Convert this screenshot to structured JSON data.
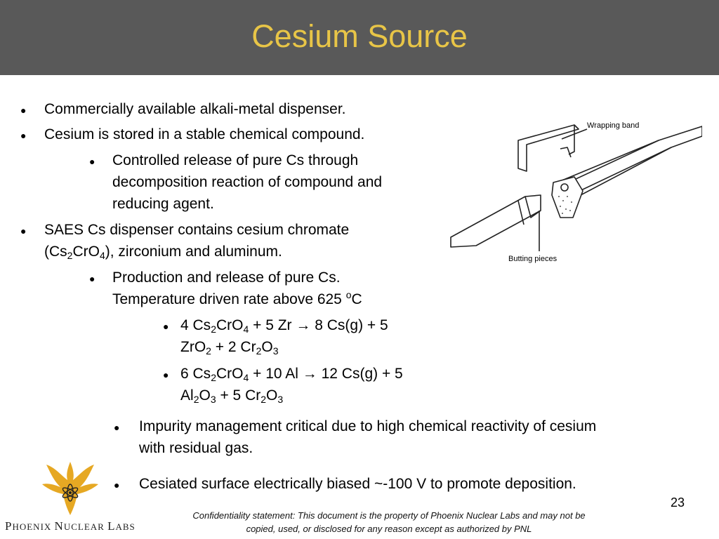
{
  "title": "Cesium Source",
  "bullets": {
    "b1": "Commercially available alkali-metal dispenser.",
    "b2": "Cesium is stored in a stable chemical compound.",
    "b2a_l1": "Controlled release of pure Cs through",
    "b2a_l2": "decomposition reaction of compound and",
    "b2a_l3": "reducing agent.",
    "b3_l1": "SAES Cs dispenser contains cesium chromate",
    "b3_l2_a": "(Cs",
    "b3_l2_sub1": "2",
    "b3_l2_b": "CrO",
    "b3_l2_sub2": "4",
    "b3_l2_c": "), zirconium and aluminum.",
    "b3a_l1": "Production and release of pure Cs.",
    "b3a_l2_a": "Temperature driven rate above 625 ",
    "b3a_l2_sup": "o",
    "b3a_l2_b": "C",
    "eq1_l1": [
      "4 Cs",
      "2",
      "CrO",
      "4",
      " + 5 Zr → 8 Cs(g) + 5"
    ],
    "eq1_l2": [
      "ZrO",
      "2",
      " + 2 Cr",
      "2",
      "O",
      "3"
    ],
    "eq2_l1": [
      "6 Cs",
      "2",
      "CrO",
      "4",
      "  + 10 Al → 12 Cs(g) + 5"
    ],
    "eq2_l2": [
      "Al",
      "2",
      "O",
      "3",
      "  + 5 Cr",
      "2",
      "O",
      "3"
    ],
    "b4_l1": "Impurity management critical due to high chemical reactivity of cesium",
    "b4_l2": "with residual gas.",
    "b5": "Cesiated surface electrically biased ~-100 V to promote deposition."
  },
  "figure": {
    "label_wrapping": "Wrapping band",
    "label_butting": "Butting pieces"
  },
  "footer": {
    "brand_p": "P",
    "brand_hoenix": "HOENIX ",
    "brand_n": "N",
    "brand_uclear": "UCLEAR ",
    "brand_l": "L",
    "brand_abs": "ABS",
    "conf_l1": "Confidentiality statement: This document is the property of Phoenix Nuclear Labs and may not be",
    "conf_l2": "copied, used, or disclosed for any reason except as authorized by PNL",
    "page": "23"
  },
  "colors": {
    "title_bar": "#595959",
    "title_text": "#e8c547",
    "logo": "#e6a823"
  }
}
